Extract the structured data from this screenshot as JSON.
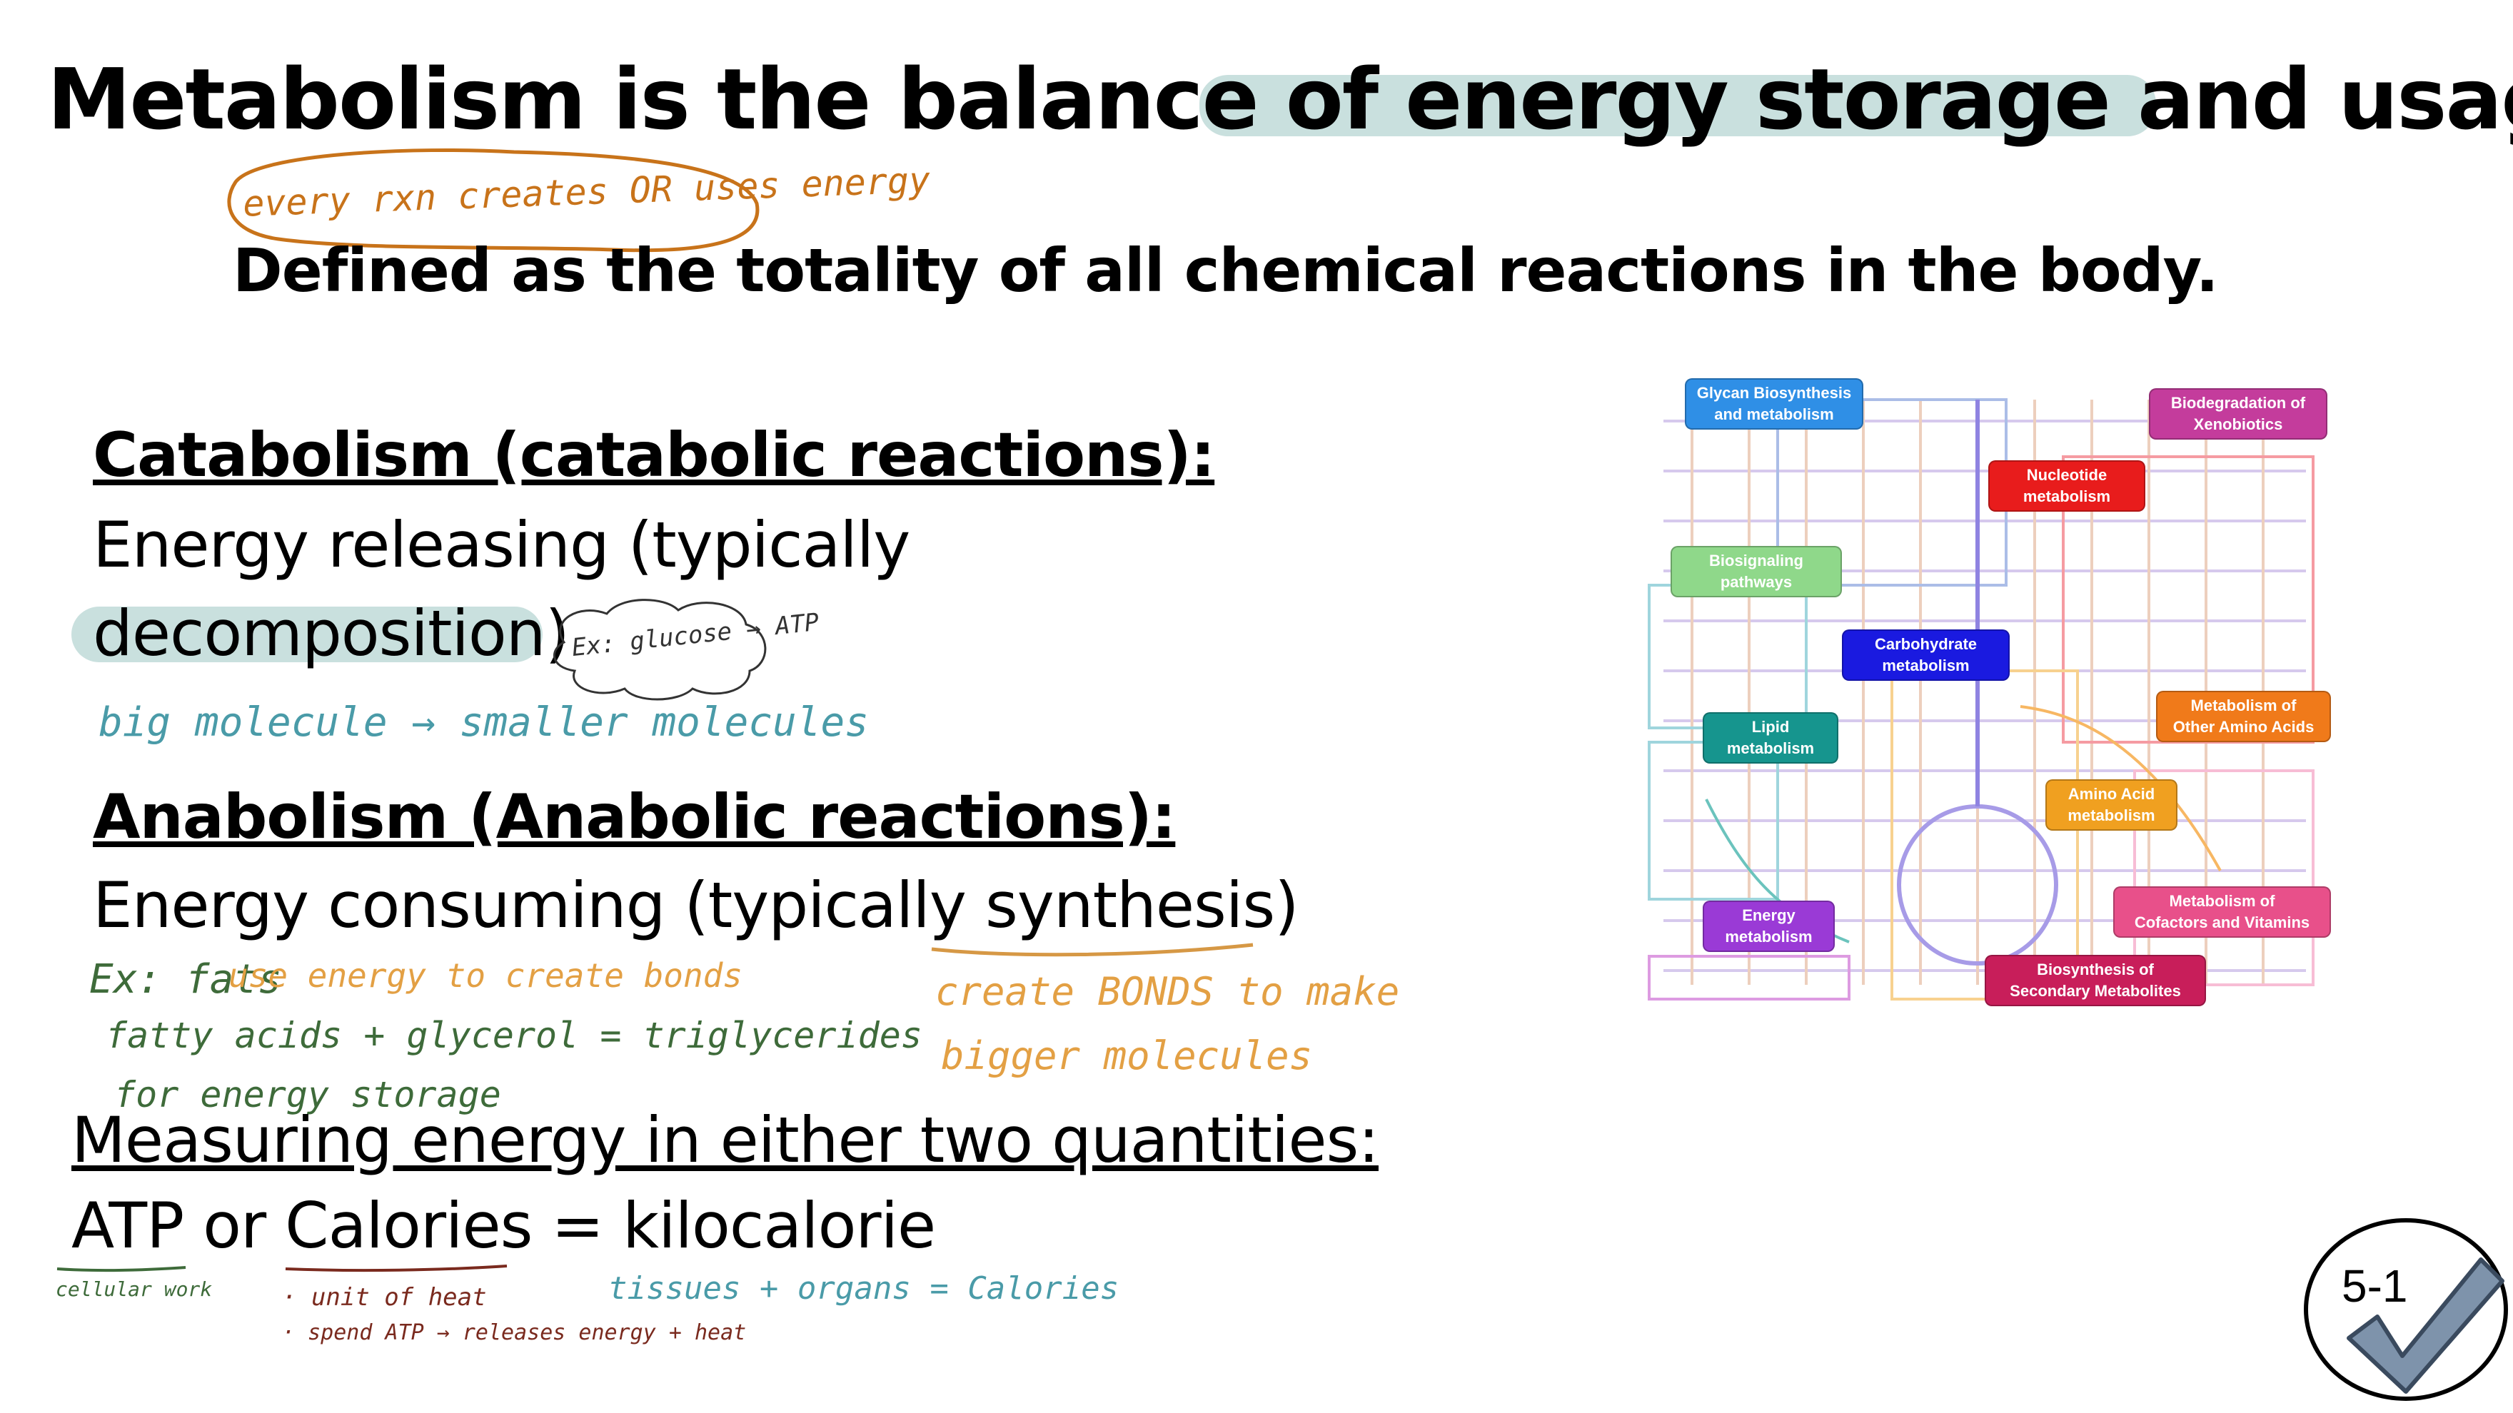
{
  "title": {
    "before": "Metabolism is the balance of ",
    "highlight": "energy storage and usage"
  },
  "subtitle": "Defined as the totality of all chemical reactions in the body.",
  "notes": {
    "every_rxn": "every rxn creates OR uses energy",
    "ex_glucose": "Ex: glucose → ATP",
    "big_molecule": "big molecule → smaller molecules",
    "ex_fats": "Ex: fats",
    "use_energy": "use energy to create bonds",
    "fatty_acids": "fatty acids + glycerol = triglycerides",
    "for_energy": "for energy storage",
    "create_bonds": "create BONDS to make",
    "bigger_molecules": "bigger molecules",
    "cellular_work": "cellular work",
    "unit_of_heat": "· unit of heat",
    "spend_atp": "· spend ATP → releases energy + heat",
    "tissues": "tissues + organs = Calories"
  },
  "catabolism": {
    "heading": "Catabolism (catabolic reactions):",
    "line1": "Energy releasing (typically",
    "line2_highlight": "decomposition",
    "line2_end": ")"
  },
  "anabolism": {
    "heading": "Anabolism (Anabolic reactions):",
    "line1_start": "Energy consuming (typically ",
    "line1_underline": "synthesis",
    "line1_end": ")"
  },
  "measuring": {
    "heading": "Measuring energy in either two quantities:",
    "atp": "ATP",
    "or": " or ",
    "calories": "Calories",
    "rest": " = kilocalorie"
  },
  "badge": "5-1",
  "map_nodes": [
    {
      "label": "Glycan Biosynthesis\nand metabolism",
      "color": "#2f8fe6"
    },
    {
      "label": "Biodegradation of\nXenobiotics",
      "color": "#c43c9c"
    },
    {
      "label": "Nucleotide\nmetabolism",
      "color": "#e81c1c"
    },
    {
      "label": "Biosignaling\npathways",
      "color": "#8fd88a"
    },
    {
      "label": "Carbohydrate\nmetabolism",
      "color": "#1a1ae0"
    },
    {
      "label": "Lipid\nmetabolism",
      "color": "#16958e"
    },
    {
      "label": "Metabolism of\nOther Amino Acids",
      "color": "#f07a1a"
    },
    {
      "label": "Amino Acid\nmetabolism",
      "color": "#f0a020"
    },
    {
      "label": "Energy\nmetabolism",
      "color": "#9a3ad6"
    },
    {
      "label": "Metabolism of\nCofactors and Vitamins",
      "color": "#e8508a"
    },
    {
      "label": "Biosynthesis of\nSecondary Metabolites",
      "color": "#c81e5a"
    }
  ]
}
